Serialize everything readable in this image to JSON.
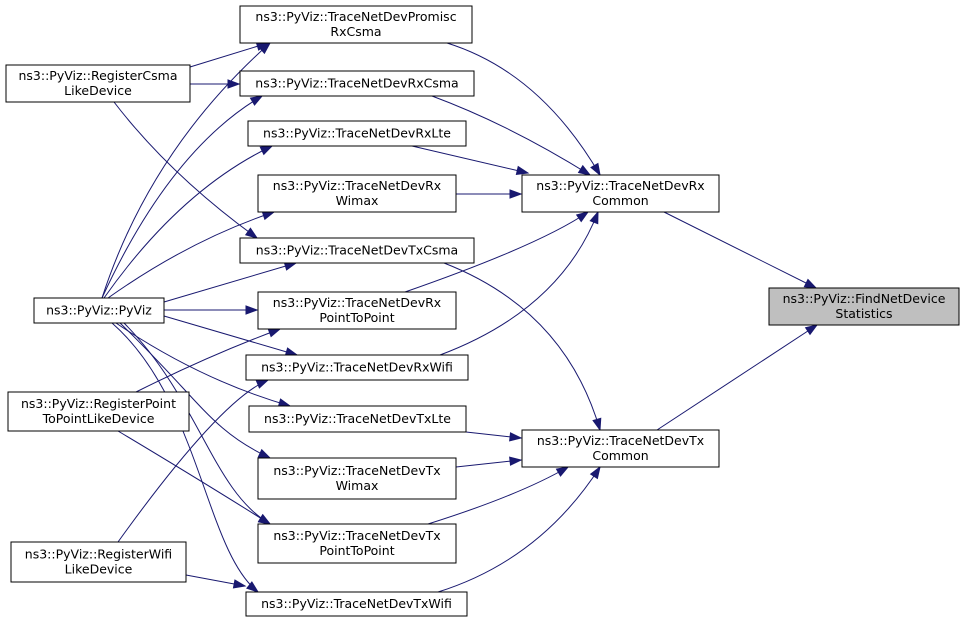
{
  "diagram": {
    "nodes": [
      {
        "id": "promisc",
        "lines": [
          "ns3::PyViz::TraceNetDevPromisc",
          "RxCsma"
        ]
      },
      {
        "id": "regcsma",
        "lines": [
          "ns3::PyViz::RegisterCsma",
          "LikeDevice"
        ]
      },
      {
        "id": "rxcsma",
        "lines": [
          "ns3::PyViz::TraceNetDevRxCsma"
        ]
      },
      {
        "id": "rxlte",
        "lines": [
          "ns3::PyViz::TraceNetDevRxLte"
        ]
      },
      {
        "id": "rxwimax",
        "lines": [
          "ns3::PyViz::TraceNetDevRx",
          "Wimax"
        ]
      },
      {
        "id": "rxcommon",
        "lines": [
          "ns3::PyViz::TraceNetDevRx",
          "Common"
        ]
      },
      {
        "id": "txcsma",
        "lines": [
          "ns3::PyViz::TraceNetDevTxCsma"
        ]
      },
      {
        "id": "pyviz",
        "lines": [
          "ns3::PyViz::PyViz"
        ]
      },
      {
        "id": "rxp2p",
        "lines": [
          "ns3::PyViz::TraceNetDevRx",
          "PointToPoint"
        ]
      },
      {
        "id": "find",
        "lines": [
          "ns3::PyViz::FindNetDevice",
          "Statistics"
        ],
        "highlight": true
      },
      {
        "id": "rxwifi",
        "lines": [
          "ns3::PyViz::TraceNetDevRxWifi"
        ]
      },
      {
        "id": "regp2p",
        "lines": [
          "ns3::PyViz::RegisterPoint",
          "ToPointLikeDevice"
        ]
      },
      {
        "id": "txlte",
        "lines": [
          "ns3::PyViz::TraceNetDevTxLte"
        ]
      },
      {
        "id": "txcommon",
        "lines": [
          "ns3::PyViz::TraceNetDevTx",
          "Common"
        ]
      },
      {
        "id": "txwimax",
        "lines": [
          "ns3::PyViz::TraceNetDevTx",
          "Wimax"
        ]
      },
      {
        "id": "txp2p",
        "lines": [
          "ns3::PyViz::TraceNetDevTx",
          "PointToPoint"
        ]
      },
      {
        "id": "regwifi",
        "lines": [
          "ns3::PyViz::RegisterWifi",
          "LikeDevice"
        ]
      },
      {
        "id": "txwifi",
        "lines": [
          "ns3::PyViz::TraceNetDevTxWifi"
        ]
      }
    ],
    "edges": [
      {
        "from": "rxcommon",
        "to": "find"
      },
      {
        "from": "txcommon",
        "to": "find"
      },
      {
        "from": "promisc",
        "to": "rxcommon"
      },
      {
        "from": "rxcsma",
        "to": "rxcommon"
      },
      {
        "from": "rxlte",
        "to": "rxcommon"
      },
      {
        "from": "rxwimax",
        "to": "rxcommon"
      },
      {
        "from": "rxp2p",
        "to": "rxcommon"
      },
      {
        "from": "rxwifi",
        "to": "rxcommon"
      },
      {
        "from": "txcsma",
        "to": "txcommon"
      },
      {
        "from": "txlte",
        "to": "txcommon"
      },
      {
        "from": "txwimax",
        "to": "txcommon"
      },
      {
        "from": "txp2p",
        "to": "txcommon"
      },
      {
        "from": "txwifi",
        "to": "txcommon"
      },
      {
        "from": "regcsma",
        "to": "promisc"
      },
      {
        "from": "regcsma",
        "to": "rxcsma"
      },
      {
        "from": "regcsma",
        "to": "txcsma"
      },
      {
        "from": "pyviz",
        "to": "promisc"
      },
      {
        "from": "pyviz",
        "to": "rxcsma"
      },
      {
        "from": "pyviz",
        "to": "rxlte"
      },
      {
        "from": "pyviz",
        "to": "rxwimax"
      },
      {
        "from": "pyviz",
        "to": "txcsma"
      },
      {
        "from": "pyviz",
        "to": "rxp2p"
      },
      {
        "from": "pyviz",
        "to": "rxwifi"
      },
      {
        "from": "pyviz",
        "to": "txlte"
      },
      {
        "from": "pyviz",
        "to": "txwimax"
      },
      {
        "from": "pyviz",
        "to": "txp2p"
      },
      {
        "from": "pyviz",
        "to": "txwifi"
      },
      {
        "from": "regp2p",
        "to": "rxp2p"
      },
      {
        "from": "regp2p",
        "to": "txp2p"
      },
      {
        "from": "regwifi",
        "to": "rxwifi"
      },
      {
        "from": "regwifi",
        "to": "txwifi"
      }
    ]
  }
}
